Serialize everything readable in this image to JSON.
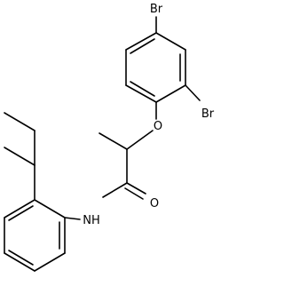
{
  "molecule": {
    "atoms": {
      "br_top": "Br",
      "br_right": "Br",
      "oxygen_ether": "O",
      "oxygen_carbonyl": "O",
      "amide_nh": "NH"
    }
  }
}
